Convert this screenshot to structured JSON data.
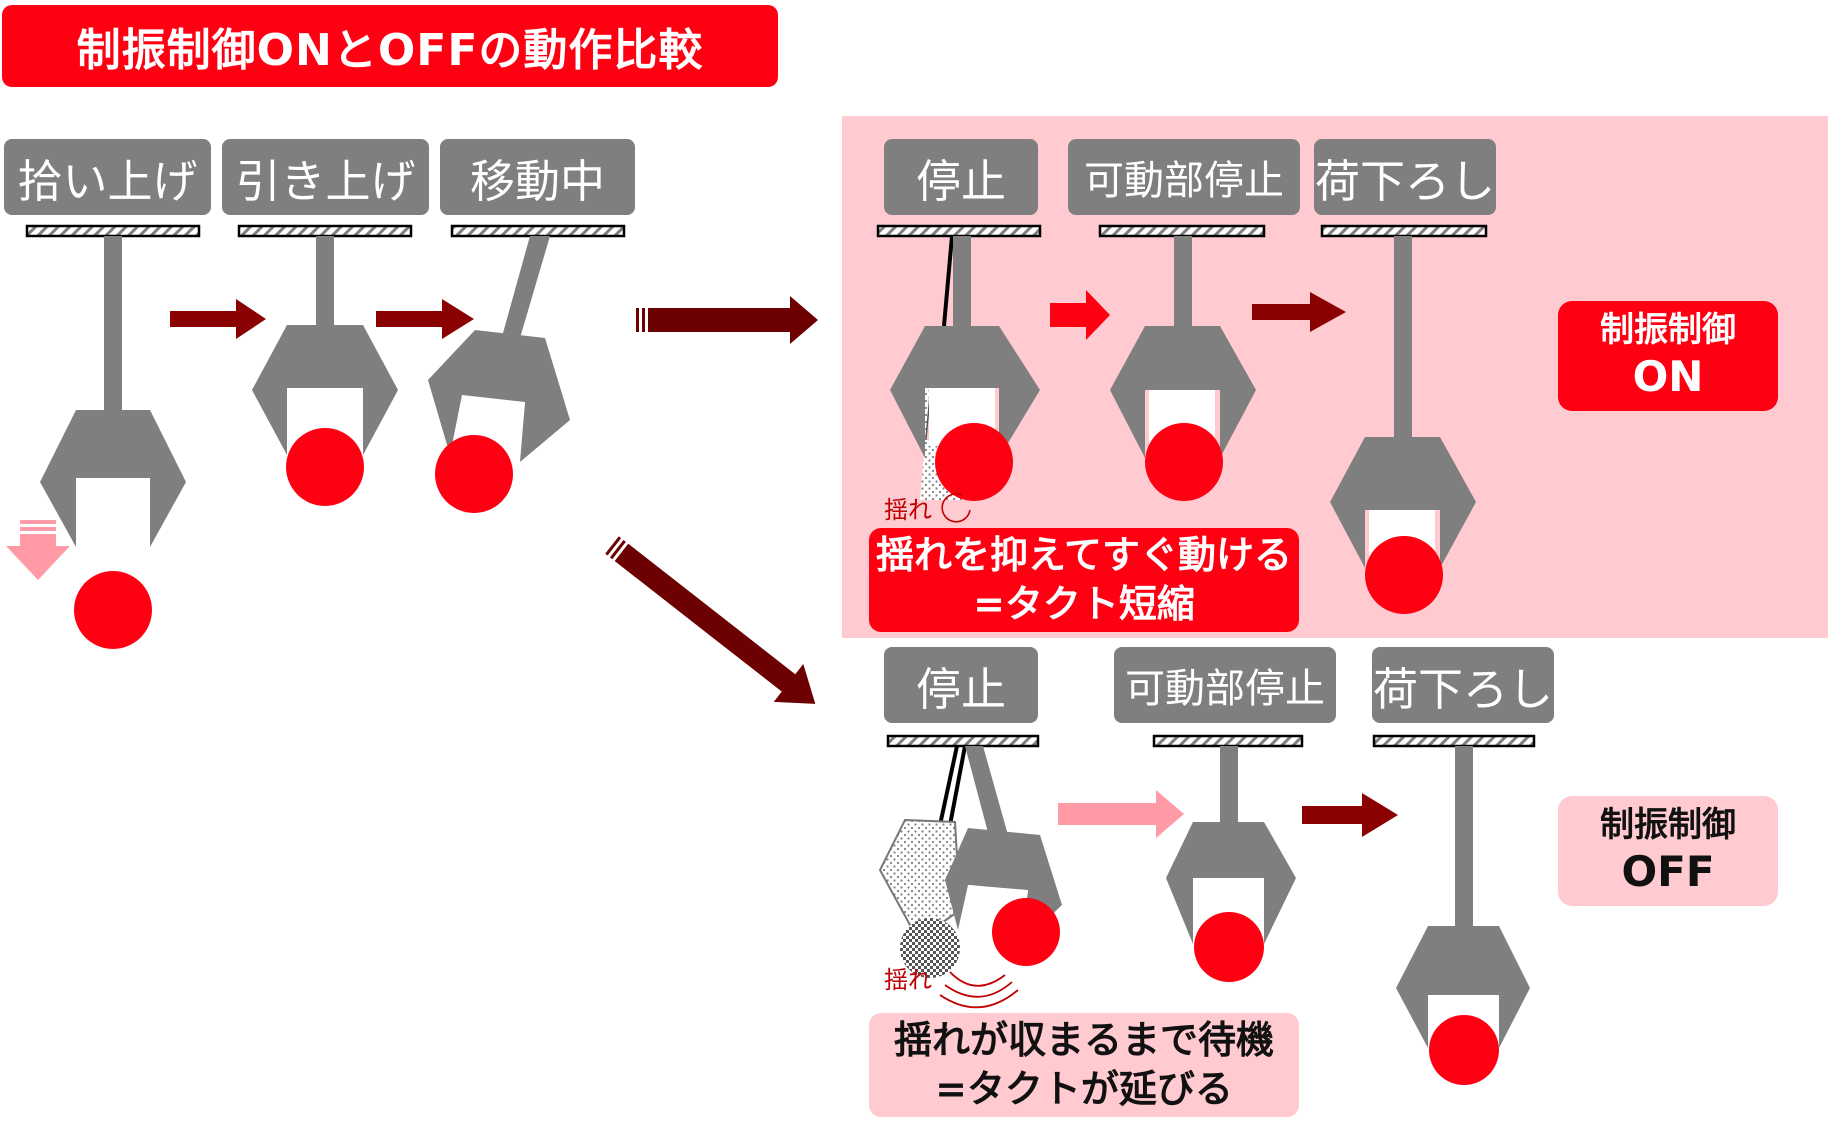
{
  "title": "制振制御ONとOFFの動作比較",
  "stages": {
    "pickup": "拾い上げ",
    "lift": "引き上げ",
    "moving": "移動中"
  },
  "on": {
    "stop": "停止",
    "movable_stop": "可動部停止",
    "unload": "荷下ろし",
    "badge_line1": "制振制御",
    "badge_line2": "ON",
    "message_line1": "揺れを抑えてすぐ動ける",
    "message_line2": "=タクト短縮",
    "sway_label": "揺れ"
  },
  "off": {
    "stop": "停止",
    "movable_stop": "可動部停止",
    "unload": "荷下ろし",
    "badge_line1": "制振制御",
    "badge_line2": "OFF",
    "message_line1": "揺れが収まるまで待機",
    "message_line2": "=タクトが延びる",
    "sway_label": "揺れ"
  },
  "colors": {
    "title_red": "#ff0013",
    "on_panel_pink": "#ffcbd1",
    "gripper_gray": "#7f7f7f",
    "ball_red": "#ff0013",
    "arrow_dark": "#8b0000",
    "arrow_light": "#ff9aa6"
  }
}
